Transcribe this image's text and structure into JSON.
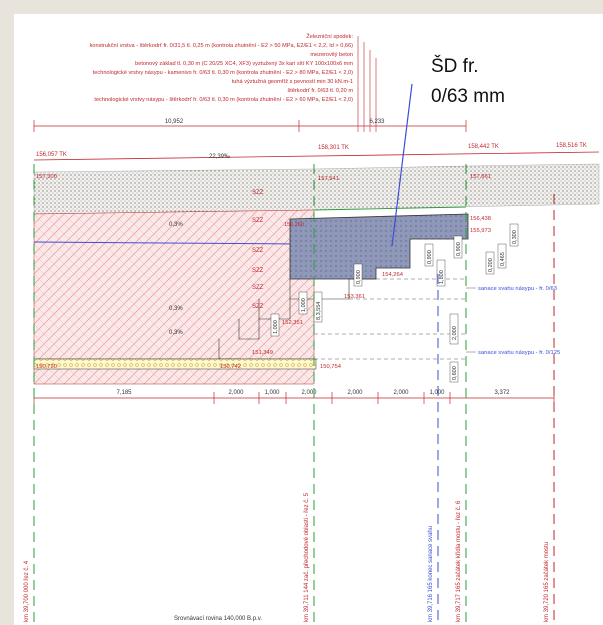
{
  "callout": {
    "line1": "ŠD fr.",
    "line2": "0/63 mm"
  },
  "notes": {
    "header": "Železniční spodek:",
    "lines": [
      "konstrukční vrstva - štěrkodrť fr. 0/31,5 tl. 0,25 m (kontrola zhutnění - E2 > 50 MPa, E2/E1 < 2,2, Id > 0,66)",
      "mezerovitý beton",
      "betonový základ tl. 0,30 m (C 20/25 XC4, XF3) vyztužený 3x kari sítí KY 100x100x6 mm",
      "technologické vrstvy násypu - kamenivo fr. 0/63 tl. 0,30 m (kontrola zhutnění - E2 > 80 MPa, E2/E1 < 2,0)",
      "tuhá výztužná geomříž s pevností min 30 kN.m-1",
      "štěrkodrť fr. 0/63 tl. 0,20 m",
      "technologické vrstvy násypu - štěrkodrť fr. 0/63 tl. 0,30 m (kontrola zhutnění - E2 > 60 MPa, E2/E1 < 2,0)"
    ]
  },
  "levels": {
    "tk1": "156,057 TK",
    "tk2": "158,301 TK",
    "tk3": "158,442 TK",
    "tk4": "158,516 TK",
    "slope": "22,39‰",
    "l157300": "157,300",
    "l157541": "157,541",
    "l157661": "157,661",
    "l156438": "156,438",
    "l155973": "155,973",
    "l154264": "154,264",
    "l153361": "153,361",
    "l152351": "152,351",
    "l151349": "151,349",
    "l150742": "150,742",
    "l150754": "150,754",
    "l150720": "150,720",
    "l156260": "156,260"
  },
  "top_dims": {
    "d1": "10,952",
    "d2": "6,233"
  },
  "bottom_dims": [
    "7,185",
    "2,000",
    "1,000",
    "2,000",
    "2,000",
    "2,000",
    "1,000",
    "3,372"
  ],
  "vdims": [
    "1,000",
    "1,000",
    "2,000",
    "2,000",
    "0,900",
    "0,900",
    "1,800",
    "0,600",
    "0,900",
    "0,800",
    "0,200",
    "0,465",
    "0,300",
    "8,3,554"
  ],
  "szz": "SZZ",
  "pct": {
    "p1": "0,3%",
    "p2": "0,3%",
    "p3": "0,3%"
  },
  "labels": {
    "sanace1": "sanace svahu násypu - fr. 0/63",
    "sanace2": "sanace svahu násypu - fr. 0/125"
  },
  "stations": {
    "s1": "km 39,700 000 řez č. 4",
    "s2": "km 39,711 144 zač. přechodové oblasti - řez č. 5",
    "s3": "km 39,716 165 konec sanace svahu",
    "s4": "km 39,717 165 začátek křídla mostu - řez č. 6",
    "s5": "km 39,720 165 začátek mostu"
  },
  "footer": "Srovnávací rovina 140,000 B.p.v.",
  "colors": {
    "red": "#d8232a",
    "blue": "#3a4fd6",
    "green": "#2e9b3a",
    "concrete": "#9aa3c2"
  }
}
